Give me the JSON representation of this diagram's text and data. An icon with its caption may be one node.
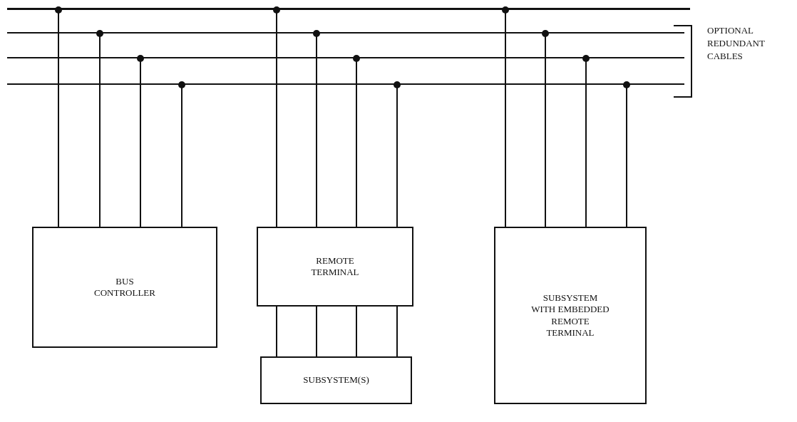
{
  "diagram": {
    "nodes": [
      {
        "text": [],
        "shape": "bar"
      },
      {
        "text": [],
        "shape": "bar"
      },
      {
        "text": [],
        "shape": "bar"
      },
      {
        "text": [],
        "shape": "bar"
      },
      {
        "text": [
          "BUS CONTROLLER"
        ]
      },
      {
        "text": [
          "REMOTE TERMINAL"
        ]
      },
      {
        "text": [
          "SUBSYSTEM(S)"
        ]
      },
      {
        "text": [
          "SUBSYSTEM WITH EMBEDDED REMOTE TERMINAL"
        ]
      }
    ],
    "edges": [
      {
        "from": 0,
        "to": 4,
        "arrow": "other"
      },
      {
        "from": 1,
        "to": 4,
        "arrow": "other"
      },
      {
        "from": 2,
        "to": 4,
        "arrow": "other"
      },
      {
        "from": 3,
        "to": 4,
        "arrow": "other"
      },
      {
        "from": 0,
        "to": 5,
        "arrow": "other"
      },
      {
        "from": 1,
        "to": 5,
        "arrow": "other"
      },
      {
        "from": 2,
        "to": 5,
        "arrow": "other"
      },
      {
        "from": 3,
        "to": 5,
        "arrow": "other"
      },
      {
        "from": 0,
        "to": 7,
        "arrow": "other"
      },
      {
        "from": 1,
        "to": 7,
        "arrow": "other"
      },
      {
        "from": 2,
        "to": 7,
        "arrow": "other"
      },
      {
        "from": 3,
        "to": 7,
        "arrow": "other"
      },
      {
        "from": 5,
        "to": 6,
        "arrow": "none"
      },
      {
        "from": 5,
        "to": 6,
        "arrow": "none"
      },
      {
        "from": 5,
        "to": 6,
        "arrow": "none"
      },
      {
        "from": 5,
        "to": 6,
        "arrow": "none"
      }
    ],
    "labels": [
      "OPTIONAL REDUNDANT CABLES"
    ]
  }
}
